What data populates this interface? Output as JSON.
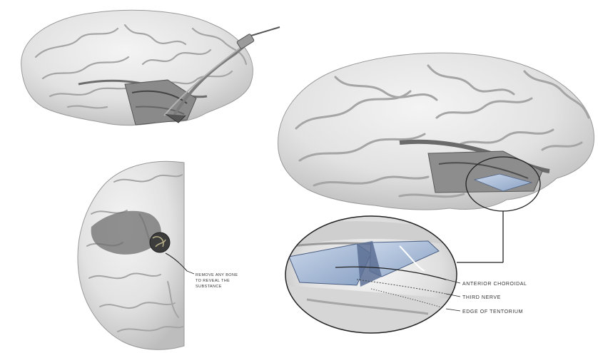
{
  "labels": {
    "callout_anterior": "ANTERIOR CHOROIDAL",
    "callout_third_nerve": "THIRD NERVE",
    "callout_tentorium": "EDGE OF TENTORIUM",
    "small_note_line1": "REMOVE ANY BONE",
    "small_note_line2": "TO REVEAL THE",
    "small_note_line3": "SUBSTANCE"
  },
  "colors": {
    "brain": "#e6e6e6",
    "gyri_shadow": "#a9a9a9",
    "dark_groove": "#5f5f5f",
    "blue_instrument": "#a9bcd6",
    "leader": "#222222"
  }
}
